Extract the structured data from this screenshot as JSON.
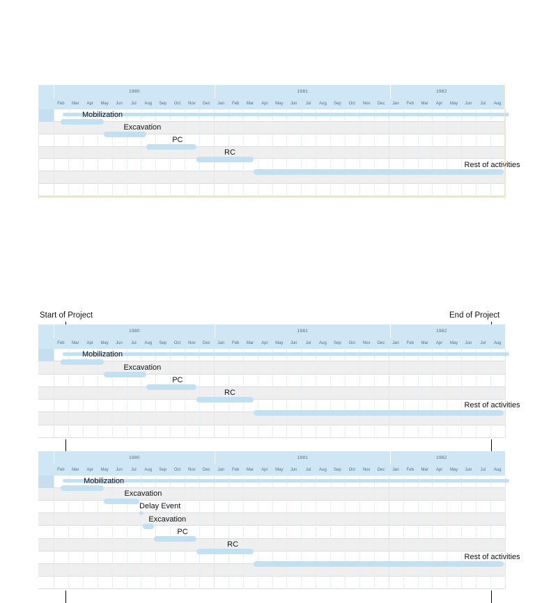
{
  "chart_data": {
    "type": "bar",
    "subtype": "gantt",
    "title": "",
    "xlabel": "",
    "ylabel": "",
    "axis": {
      "years": [
        "1980",
        "1981",
        "1982"
      ],
      "year_month_counts": [
        11,
        12,
        7
      ],
      "months": [
        "Feb",
        "Mar",
        "Apr",
        "May",
        "Jun",
        "Jul",
        "Aug",
        "Sep",
        "Oct",
        "Nov",
        "Dec",
        "Jan",
        "Feb",
        "Mar",
        "Apr",
        "May",
        "Jun",
        "Jul",
        "Aug",
        "Sep",
        "Oct",
        "Nov",
        "Dec",
        "Jan",
        "Feb",
        "Mar",
        "Apr",
        "May",
        "Jun",
        "Jul",
        "Aug"
      ],
      "month_count": 31,
      "start": "1980-02",
      "end": "1982-08",
      "grid": true
    },
    "markers": [
      {
        "name": "start-of-project",
        "label": "Start of Project",
        "month_index": 1
      },
      {
        "name": "end-of-project",
        "label": "End of Project",
        "month_index": 30
      }
    ]
  },
  "charts": [
    {
      "name": "baseline-gantt-top",
      "rows": 7,
      "tasks": [
        {
          "label": "Mobilization",
          "label_row": 0,
          "bar_row": 1,
          "start": 1,
          "end": 7,
          "label_anchor_month": 4.0,
          "kind": "bar"
        },
        {
          "label": "Excavation",
          "label_row": 2,
          "bar_row": 3,
          "start": 7,
          "end": 13,
          "label_anchor_month": 9.8,
          "kind": "bar"
        },
        {
          "label": "PC",
          "label_row": 4,
          "bar_row": 5,
          "start": 13,
          "end": 20,
          "label_anchor_month": 16.6,
          "kind": "bar"
        },
        {
          "label": "RC",
          "label_row": 6,
          "bar_row": 7,
          "start": 20,
          "end": 28,
          "label_anchor_month": 23.9,
          "kind": "bar"
        },
        {
          "label": "Rest of activities",
          "label_row": 8,
          "bar_row": 9,
          "start": 28,
          "end": 63,
          "label_anchor_month": 57.5,
          "kind": "bar"
        }
      ],
      "summary_bar": {
        "label": "",
        "start": 0.6,
        "end": 63.2,
        "row": 0
      }
    },
    {
      "name": "baseline-gantt-middle",
      "rows": 7,
      "tasks": [
        {
          "label": "Mobilization",
          "label_row": 0,
          "bar_row": 1,
          "start": 1,
          "end": 7,
          "label_anchor_month": 4.0,
          "kind": "bar"
        },
        {
          "label": "Excavation",
          "label_row": 2,
          "bar_row": 3,
          "start": 7,
          "end": 13,
          "label_anchor_month": 9.8,
          "kind": "bar"
        },
        {
          "label": "PC",
          "label_row": 4,
          "bar_row": 5,
          "start": 13,
          "end": 20,
          "label_anchor_month": 16.6,
          "kind": "bar"
        },
        {
          "label": "RC",
          "label_row": 6,
          "bar_row": 7,
          "start": 20,
          "end": 28,
          "label_anchor_month": 23.9,
          "kind": "bar"
        },
        {
          "label": "Rest of activities",
          "label_row": 8,
          "bar_row": 9,
          "start": 28,
          "end": 63,
          "label_anchor_month": 57.5,
          "kind": "bar"
        }
      ],
      "summary_bar": {
        "label": "",
        "start": 0.6,
        "end": 63.2,
        "row": 0
      }
    },
    {
      "name": "delayed-gantt-bottom",
      "rows": 9,
      "tasks": [
        {
          "label": "Mobilization",
          "label_row": 0,
          "bar_row": 1,
          "start": 1,
          "end": 7,
          "label_anchor_month": 4.2,
          "kind": "bar"
        },
        {
          "label": "Excavation",
          "label_row": 2,
          "bar_row": 3,
          "start": 7,
          "end": 12,
          "label_anchor_month": 9.9,
          "kind": "bar"
        },
        {
          "label": "Delay Event",
          "label_row": 4,
          "bar_row": 5,
          "start": 12,
          "end": 12.6,
          "label_anchor_month": 12.0,
          "kind": "dot"
        },
        {
          "label": "Excavation",
          "label_row": 6,
          "bar_row": 7,
          "start": 12.5,
          "end": 14,
          "label_anchor_month": 13.3,
          "kind": "bar"
        },
        {
          "label": "PC",
          "label_row": 8,
          "bar_row": 9,
          "start": 14,
          "end": 20,
          "label_anchor_month": 17.3,
          "kind": "bar"
        },
        {
          "label": "RC",
          "label_row": 10,
          "bar_row": 11,
          "start": 20,
          "end": 28,
          "label_anchor_month": 24.3,
          "kind": "bar"
        },
        {
          "label": "Rest of activities",
          "label_row": 12,
          "bar_row": 13,
          "start": 28,
          "end": 63,
          "label_anchor_month": 57.5,
          "kind": "bar"
        }
      ],
      "summary_bar": {
        "label": "",
        "start": 0.6,
        "end": 63.2,
        "row": 0
      }
    }
  ],
  "colors": {
    "bar": "#c3e0f2",
    "header": "#cfe7f5",
    "left_cell": "#c5dff0",
    "row_even": "#efefef",
    "row_odd": "#ffffff",
    "grid": "#e6eef3",
    "frame": "#f2e6c8",
    "marker": "#000000",
    "text": "#111111"
  }
}
